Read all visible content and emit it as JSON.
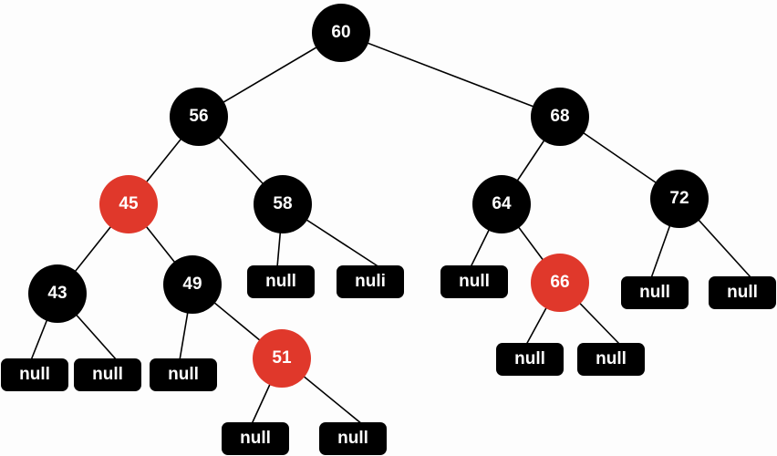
{
  "colors": {
    "black_node": "#000000",
    "red_node": "#e0382b",
    "text": "#ffffff",
    "edge": "#000000"
  },
  "nodes": [
    {
      "id": "n60",
      "label": "60",
      "color": "black"
    },
    {
      "id": "n56",
      "label": "56",
      "color": "black"
    },
    {
      "id": "n68",
      "label": "68",
      "color": "black"
    },
    {
      "id": "n45",
      "label": "45",
      "color": "red"
    },
    {
      "id": "n58",
      "label": "58",
      "color": "black"
    },
    {
      "id": "n64",
      "label": "64",
      "color": "black"
    },
    {
      "id": "n72",
      "label": "72",
      "color": "black"
    },
    {
      "id": "n43",
      "label": "43",
      "color": "black"
    },
    {
      "id": "n49",
      "label": "49",
      "color": "black"
    },
    {
      "id": "n66",
      "label": "66",
      "color": "red"
    },
    {
      "id": "n51",
      "label": "51",
      "color": "red"
    }
  ],
  "null_leaves": [
    {
      "id": "z58a",
      "label": "null"
    },
    {
      "id": "z58b",
      "label": "nuli"
    },
    {
      "id": "z64a",
      "label": "null"
    },
    {
      "id": "z72a",
      "label": "null"
    },
    {
      "id": "z72b",
      "label": "null"
    },
    {
      "id": "z43a",
      "label": "null"
    },
    {
      "id": "z43b",
      "label": "null"
    },
    {
      "id": "z49a",
      "label": "null"
    },
    {
      "id": "z66a",
      "label": "null"
    },
    {
      "id": "z66b",
      "label": "null"
    },
    {
      "id": "z51a",
      "label": "null"
    },
    {
      "id": "z51b",
      "label": "null"
    }
  ],
  "edges": [
    [
      "n60",
      "n56"
    ],
    [
      "n60",
      "n68"
    ],
    [
      "n56",
      "n45"
    ],
    [
      "n56",
      "n58"
    ],
    [
      "n68",
      "n64"
    ],
    [
      "n68",
      "n72"
    ],
    [
      "n45",
      "n43"
    ],
    [
      "n45",
      "n49"
    ],
    [
      "n58",
      "z58a"
    ],
    [
      "n58",
      "z58b"
    ],
    [
      "n64",
      "z64a"
    ],
    [
      "n64",
      "n66"
    ],
    [
      "n72",
      "z72a"
    ],
    [
      "n72",
      "z72b"
    ],
    [
      "n43",
      "z43a"
    ],
    [
      "n43",
      "z43b"
    ],
    [
      "n49",
      "z49a"
    ],
    [
      "n49",
      "n51"
    ],
    [
      "n66",
      "z66a"
    ],
    [
      "n66",
      "z66b"
    ],
    [
      "n51",
      "z51a"
    ],
    [
      "n51",
      "z51b"
    ]
  ]
}
